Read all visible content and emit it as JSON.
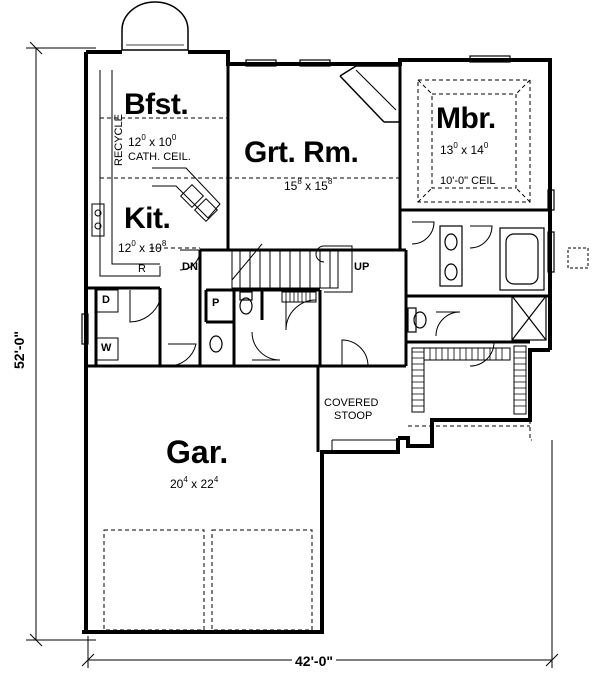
{
  "overall": {
    "width": "42'-0\"",
    "depth": "52'-0\""
  },
  "rooms": {
    "breakfast": {
      "name": "Bfst.",
      "w": "12",
      "wi": "0",
      "d": "10",
      "di": "0",
      "note": "CATH. CEIL."
    },
    "kitchen": {
      "name": "Kit.",
      "w": "12",
      "wi": "0",
      "d": "10",
      "di": "8"
    },
    "great_room": {
      "name": "Grt. Rm.",
      "w": "15",
      "wi": "8",
      "d": "15",
      "di": "8"
    },
    "master": {
      "name": "Mbr.",
      "w": "13",
      "wi": "0",
      "d": "14",
      "di": "0",
      "note": "10'-0\" CEIL"
    },
    "garage": {
      "name": "Gar.",
      "w": "20",
      "wi": "4",
      "d": "22",
      "di": "4"
    }
  },
  "labels": {
    "recycle": "RECYCLE",
    "refrigerator": "R",
    "down": "DN",
    "up": "UP",
    "pantry": "P",
    "dryer": "D",
    "washer": "W",
    "stoop_line1": "COVERED",
    "stoop_line2": "STOOP",
    "x_symbol": "x"
  }
}
